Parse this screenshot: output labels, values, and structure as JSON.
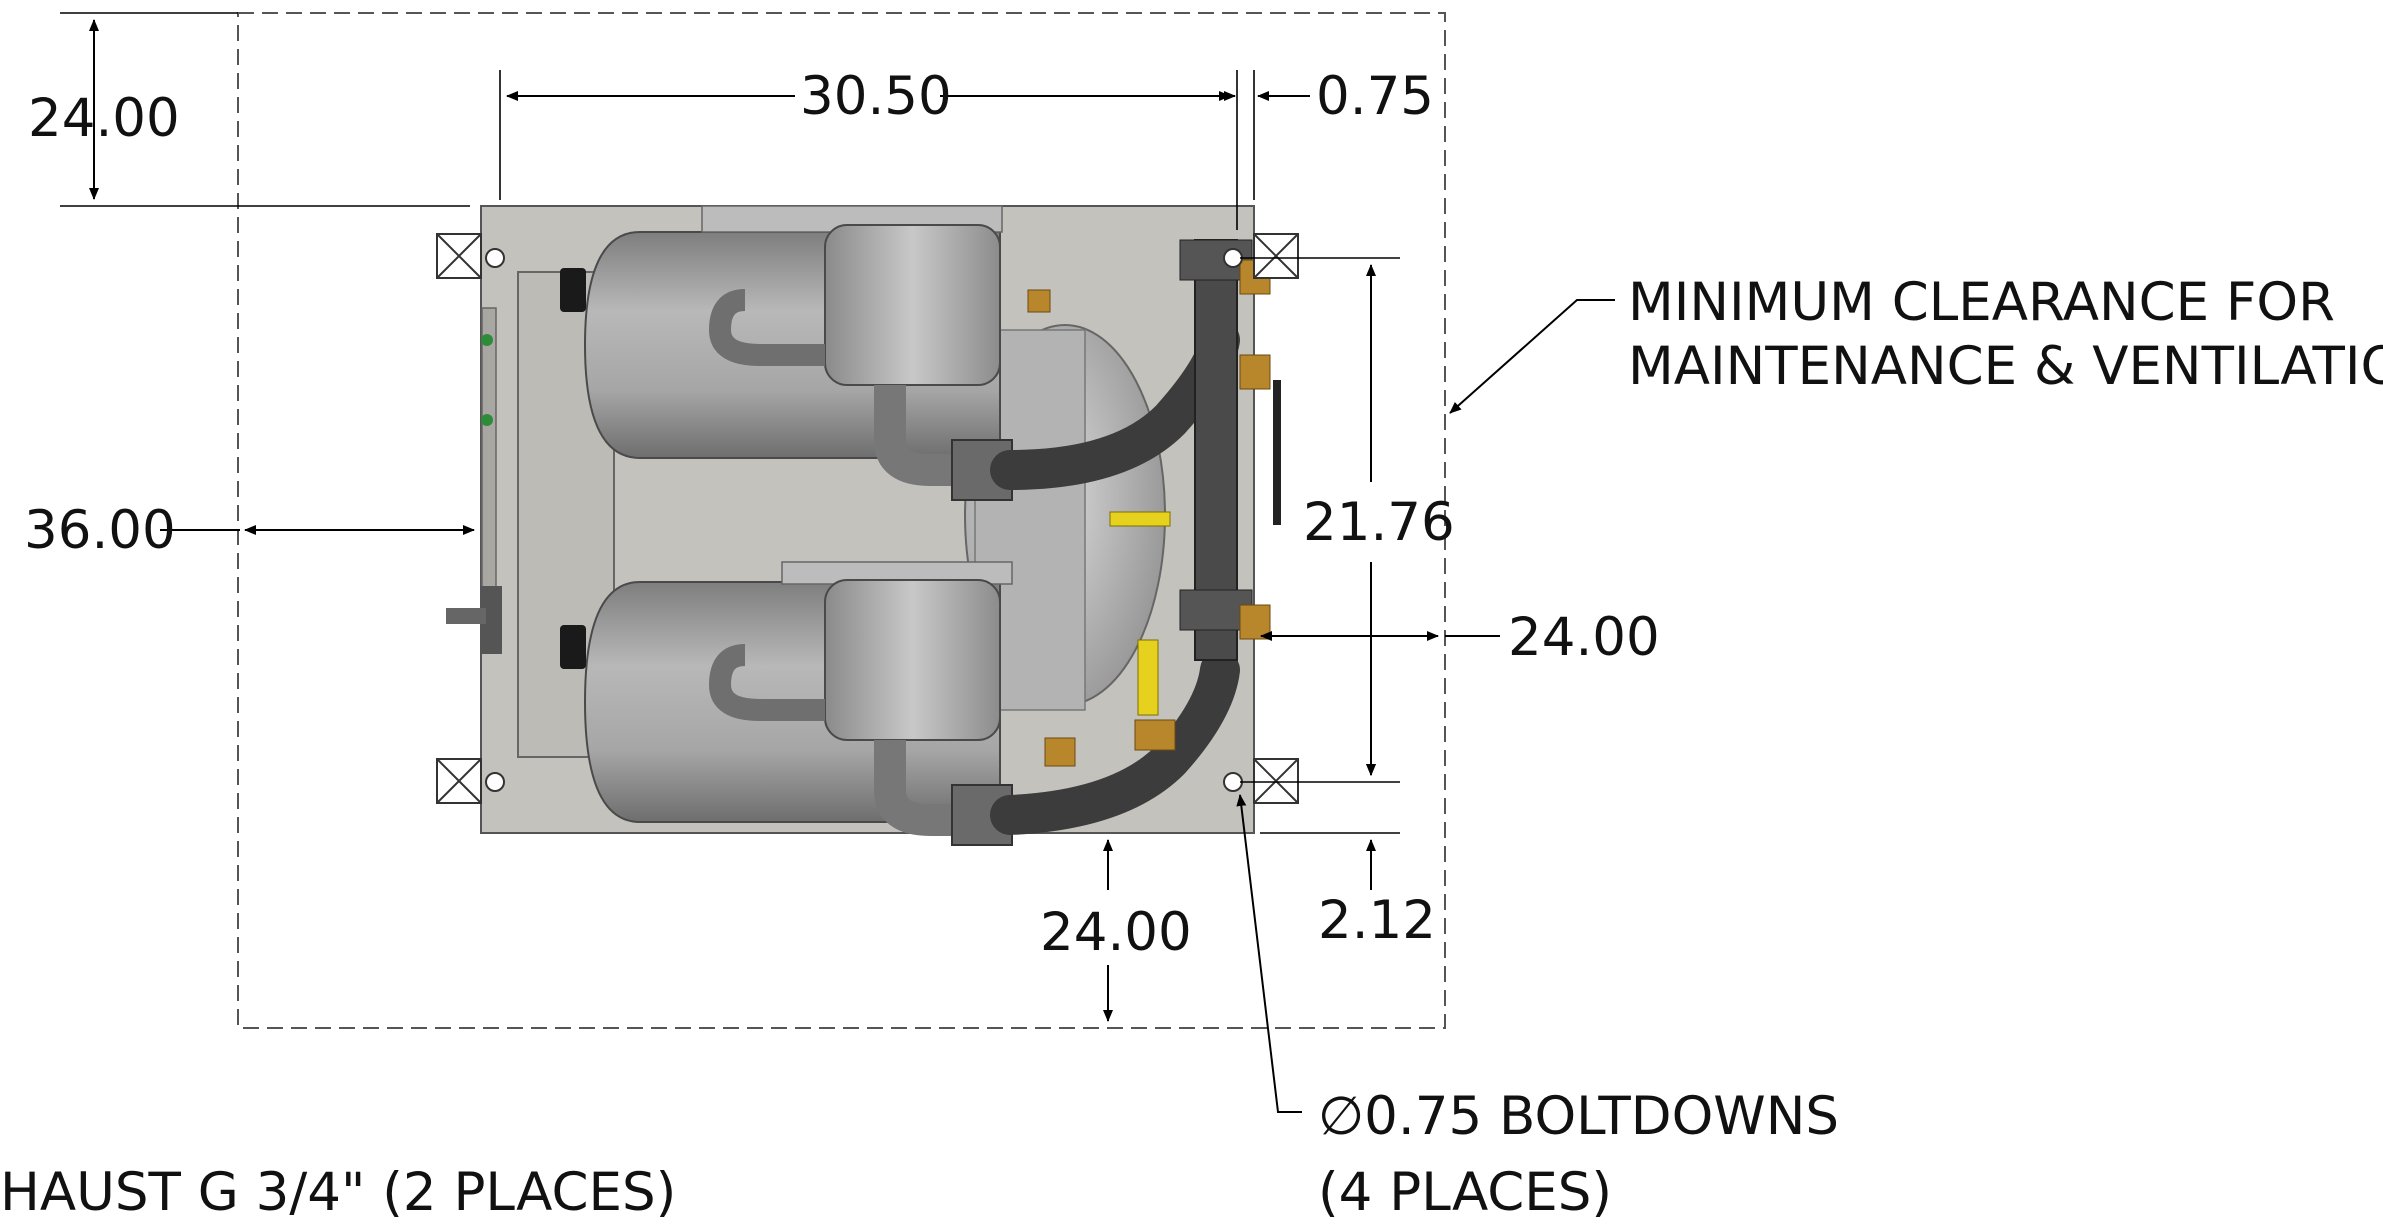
{
  "dimensions": {
    "top_clearance": "24.00",
    "overall_width": "30.50",
    "right_offset": "0.75",
    "left_clearance": "36.00",
    "bolt_spacing": "21.76",
    "right_clearance": "24.00",
    "front_clearance": "24.00",
    "bottom_offset": "2.12"
  },
  "notes": {
    "clearance_line1": "MINIMUM CLEARANCE FOR",
    "clearance_line2": "MAINTENANCE & VENTILATION",
    "boltdowns_line1": "∅0.75 BOLTDOWNS",
    "boltdowns_line2": "(4 PLACES)",
    "exhaust": "HAUST G 3/4\" (2 PLACES)"
  },
  "colors": {
    "plate": "#c4c2bd",
    "tank": "#9d9d9d",
    "hose": "#3c3c3c",
    "brass": "#b8862b",
    "handle": "#e6d21e"
  }
}
